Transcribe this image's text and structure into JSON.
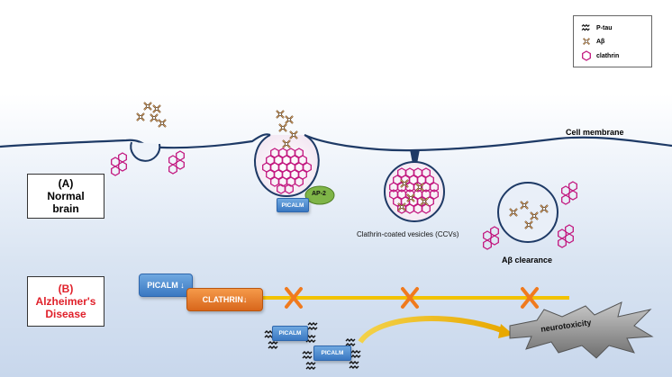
{
  "legend": {
    "items": [
      {
        "label": "P-tau",
        "icon": "p-tau-icon"
      },
      {
        "label": "Aβ",
        "icon": "amyloid-beta-icon"
      },
      {
        "label": "clathrin",
        "icon": "clathrin-icon"
      }
    ]
  },
  "membrane_label": "Cell membrane",
  "panel_a": {
    "letter": "(A)",
    "line1": "Normal",
    "line2": "brain"
  },
  "panel_b": {
    "letter": "(B)",
    "line1": "Alzheimer's",
    "line2": "Disease"
  },
  "labels": {
    "ap2": "AP-2",
    "picalm": "PICALM",
    "ccv": "Clathrin-coated vesicles (CCVs)",
    "abeta_clearance": "Aβ clearance",
    "picalm_down": "PICALM ↓",
    "clathrin_down": "CLATHRIN↓",
    "picalm_small_1": "PICALM",
    "picalm_small_2": "PICALM",
    "neurotoxicity": "neurotoxicity"
  },
  "colors": {
    "membrane": "#1e3a66",
    "clathrin": "#c2177f",
    "panel_b_text": "#e0202a",
    "bar": "#f2c200",
    "cross": "#f07a1e"
  }
}
